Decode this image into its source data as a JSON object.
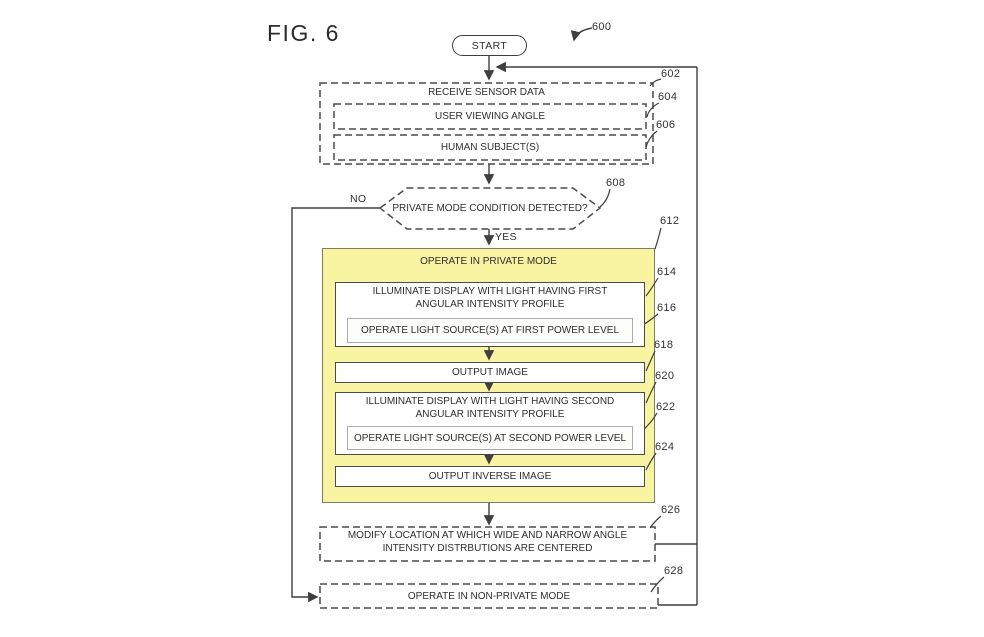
{
  "figure": {
    "title": "FIG. 6",
    "ref": "600"
  },
  "edge_labels": {
    "no": "NO",
    "yes": "YES"
  },
  "nodes": {
    "start": {
      "label": "START"
    },
    "n602": {
      "ref": "602",
      "label": "RECEIVE SENSOR DATA"
    },
    "n604": {
      "ref": "604",
      "label": "USER VIEWING ANGLE"
    },
    "n606": {
      "ref": "606",
      "label": "HUMAN SUBJECT(S)"
    },
    "n608": {
      "ref": "608",
      "label": "PRIVATE MODE CONDITION DETECTED?"
    },
    "n612": {
      "ref": "612",
      "label": "OPERATE IN PRIVATE MODE"
    },
    "n614": {
      "ref": "614",
      "label": "ILLUMINATE DISPLAY WITH LIGHT HAVING FIRST ANGULAR INTENSITY PROFILE"
    },
    "n616": {
      "ref": "616",
      "label": "OPERATE LIGHT SOURCE(S) AT FIRST POWER LEVEL"
    },
    "n618": {
      "ref": "618",
      "label": "OUTPUT IMAGE"
    },
    "n620": {
      "ref": "620",
      "label": "ILLUMINATE DISPLAY WITH LIGHT HAVING SECOND ANGULAR INTENSITY PROFILE"
    },
    "n622": {
      "ref": "622",
      "label": "OPERATE LIGHT SOURCE(S) AT SECOND POWER LEVEL"
    },
    "n624": {
      "ref": "624",
      "label": "OUTPUT INVERSE IMAGE"
    },
    "n626": {
      "ref": "626",
      "label": "MODIFY LOCATION AT WHICH WIDE AND NARROW ANGLE INTENSITY DISTRBUTIONS ARE CENTERED"
    },
    "n628": {
      "ref": "628",
      "label": "OPERATE IN NON-PRIVATE MODE"
    }
  },
  "colors": {
    "private_mode_fill": "#f8f4a2",
    "line": "#3f3f3f"
  }
}
